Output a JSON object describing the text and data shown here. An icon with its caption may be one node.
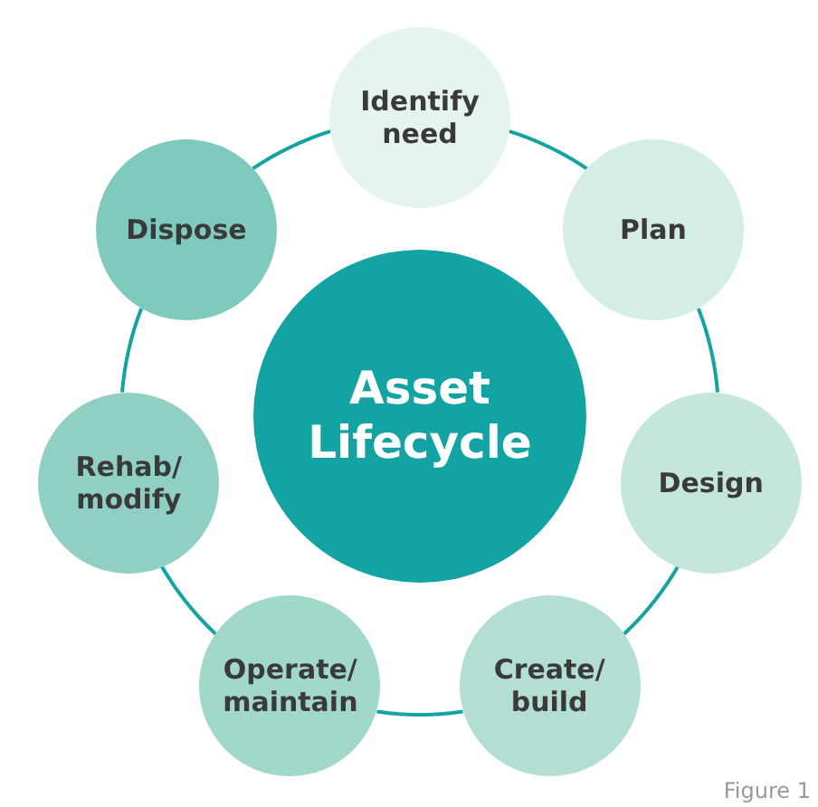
{
  "diagram": {
    "nodes": [
      {
        "text": [
          "Asset Lifecycle"
        ]
      },
      {
        "text": [
          "Identify need"
        ]
      },
      {
        "text": [
          "Plan"
        ]
      },
      {
        "text": [
          "Design"
        ]
      },
      {
        "text": [
          "Create/ build"
        ]
      },
      {
        "text": [
          "Operate/ maintain"
        ]
      },
      {
        "text": [
          "Rehab/ modify"
        ]
      },
      {
        "text": [
          "Dispose"
        ]
      }
    ],
    "edges": [
      {
        "from": 1,
        "to": 2,
        "arrow": "none"
      },
      {
        "from": 2,
        "to": 3,
        "arrow": "none"
      },
      {
        "from": 3,
        "to": 4,
        "arrow": "none"
      },
      {
        "from": 4,
        "to": 5,
        "arrow": "none"
      },
      {
        "from": 5,
        "to": 6,
        "arrow": "none"
      },
      {
        "from": 6,
        "to": 7,
        "arrow": "none"
      },
      {
        "from": 7,
        "to": 1,
        "arrow": "none"
      }
    ],
    "labels": [
      "Figure 1"
    ]
  }
}
